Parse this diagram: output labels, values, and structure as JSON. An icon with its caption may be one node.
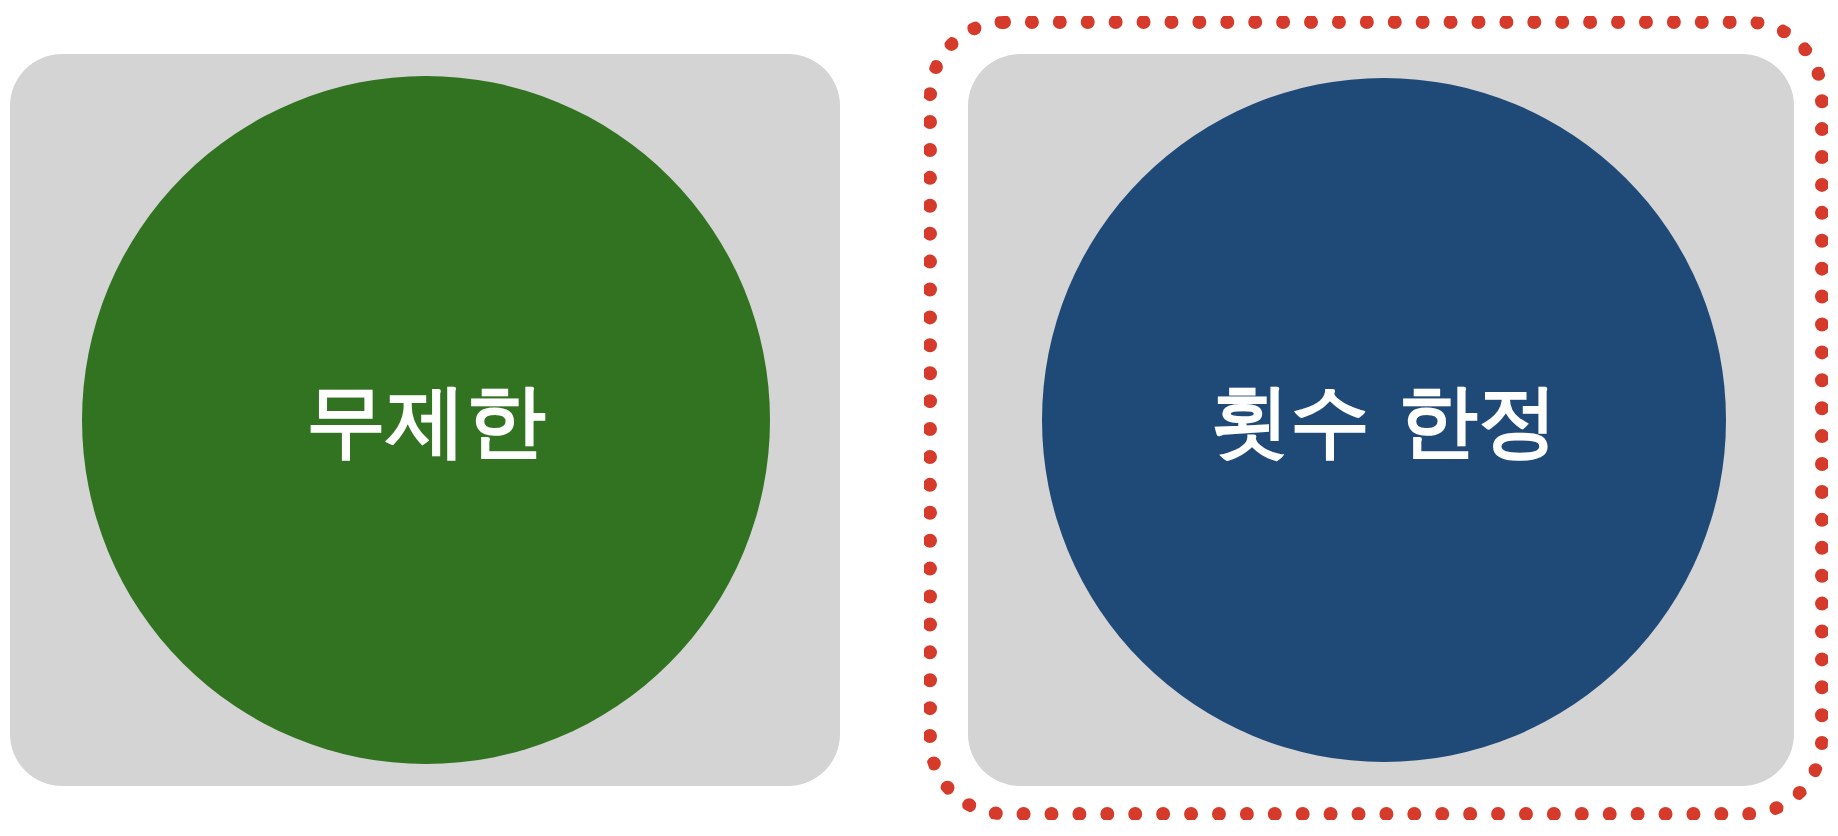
{
  "diagram": {
    "nodes": [
      {
        "text": [],
        "shape": "box"
      },
      {
        "text": [
          "무제한"
        ],
        "in": 0
      },
      {
        "text": [],
        "shape": "box"
      },
      {
        "text": [],
        "shape": "box",
        "in": 2
      },
      {
        "text": [
          "횟수 한정"
        ],
        "in": 3
      }
    ]
  }
}
